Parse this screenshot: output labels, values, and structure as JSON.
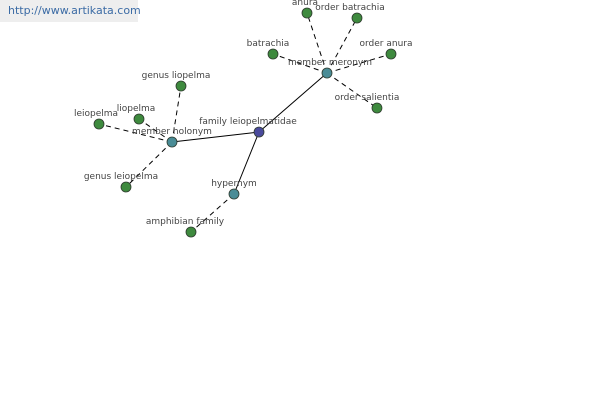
{
  "site_link": "http://www.artikata.com",
  "colors": {
    "center_node": "#4a4a9c",
    "relation_node": "#4a8c96",
    "term_node": "#3e8a3e",
    "node_stroke": "#2e3a2e",
    "edge": "#000000",
    "background": "#ffffff"
  },
  "graph": {
    "nodes": [
      {
        "id": "center",
        "label": "family leiopelmatidae",
        "kind": "center"
      },
      {
        "id": "meronym",
        "label": "member meronym",
        "kind": "relation"
      },
      {
        "id": "holonym",
        "label": "member holonym",
        "kind": "relation"
      },
      {
        "id": "hypernym",
        "label": "hypernym",
        "kind": "relation"
      },
      {
        "id": "anura",
        "label": "anura",
        "kind": "term"
      },
      {
        "id": "order_batrachia",
        "label": "order batrachia",
        "kind": "term"
      },
      {
        "id": "batrachia",
        "label": "batrachia",
        "kind": "term"
      },
      {
        "id": "order_anura",
        "label": "order anura",
        "kind": "term"
      },
      {
        "id": "order_salientia",
        "label": "order salientia",
        "kind": "term"
      },
      {
        "id": "genus_liopelma",
        "label": "genus liopelma",
        "kind": "term"
      },
      {
        "id": "leiopelma",
        "label": "leiopelma",
        "kind": "term"
      },
      {
        "id": "liopelma",
        "label": "liopelma",
        "kind": "term"
      },
      {
        "id": "genus_leiopelma",
        "label": "genus leiopelma",
        "kind": "term"
      },
      {
        "id": "amphibian_family",
        "label": "amphibian family",
        "kind": "term"
      }
    ],
    "edges": [
      {
        "from": "center",
        "to": "meronym",
        "style": "solid"
      },
      {
        "from": "center",
        "to": "holonym",
        "style": "solid"
      },
      {
        "from": "center",
        "to": "hypernym",
        "style": "solid"
      },
      {
        "from": "meronym",
        "to": "anura",
        "style": "dashed"
      },
      {
        "from": "meronym",
        "to": "order_batrachia",
        "style": "dashed"
      },
      {
        "from": "meronym",
        "to": "batrachia",
        "style": "dashed"
      },
      {
        "from": "meronym",
        "to": "order_anura",
        "style": "dashed"
      },
      {
        "from": "meronym",
        "to": "order_salientia",
        "style": "dashed"
      },
      {
        "from": "holonym",
        "to": "genus_liopelma",
        "style": "dashed"
      },
      {
        "from": "holonym",
        "to": "leiopelma",
        "style": "dashed"
      },
      {
        "from": "holonym",
        "to": "liopelma",
        "style": "dashed"
      },
      {
        "from": "holonym",
        "to": "genus_leiopelma",
        "style": "dashed"
      },
      {
        "from": "hypernym",
        "to": "amphibian_family",
        "style": "dashed"
      }
    ]
  }
}
